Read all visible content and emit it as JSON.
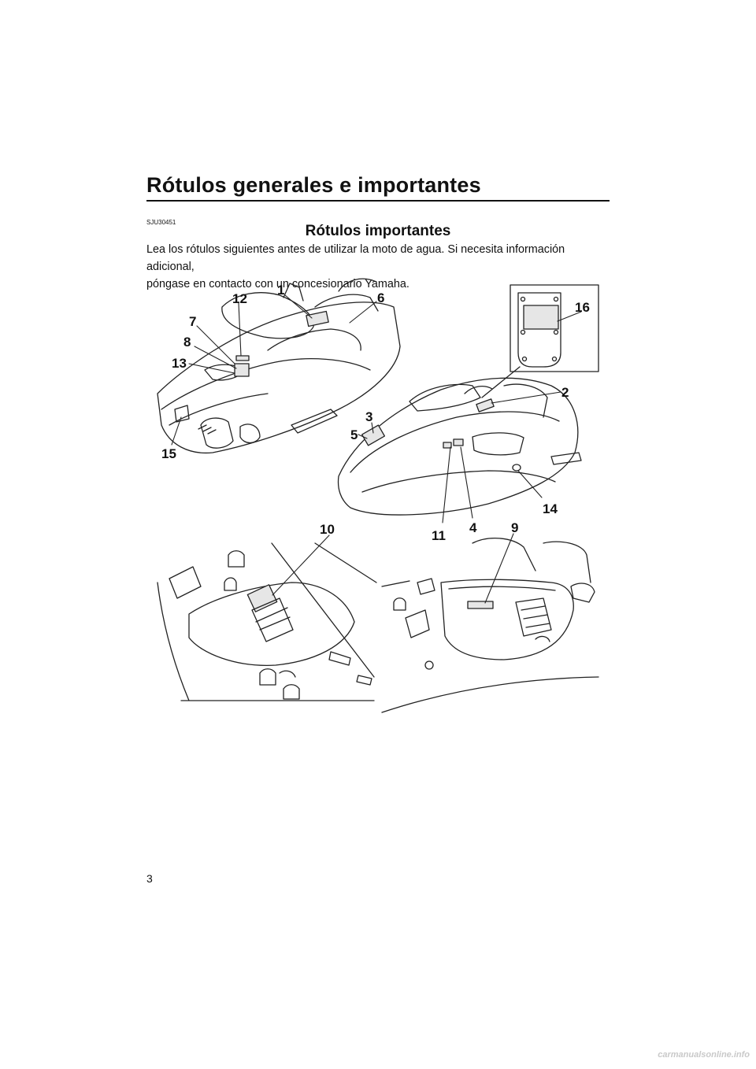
{
  "header": {
    "title": "Rótulos generales e importantes"
  },
  "section": {
    "code": "SJU30451",
    "title": "Rótulos importantes",
    "intro_line1": "Lea los rótulos siguientes antes de utilizar la moto de agua. Si necesita información adicional,",
    "intro_line2": "póngase en contacto con un concesionario Yamaha."
  },
  "callouts": {
    "c1": "1",
    "c2": "2",
    "c3": "3",
    "c4": "4",
    "c5": "5",
    "c6": "6",
    "c7": "7",
    "c8": "8",
    "c9": "9",
    "c10": "10",
    "c11": "11",
    "c12": "12",
    "c13": "13",
    "c14": "14",
    "c15": "15",
    "c16": "16"
  },
  "page": {
    "number": "3"
  },
  "footer": {
    "watermark": "carmanualsonline.info"
  }
}
